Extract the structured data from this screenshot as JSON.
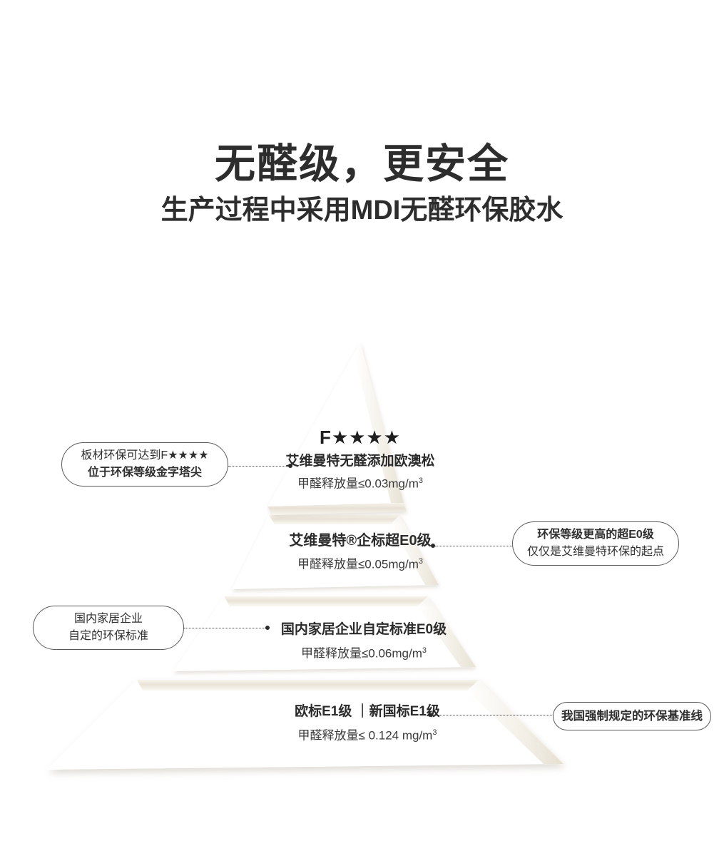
{
  "header": {
    "title_main": "无醛级，更安全",
    "title_sub": "生产过程中采用MDI无醛环保胶水"
  },
  "colors": {
    "text_dark": "#2d2d2d",
    "text_body": "#3a3a3a",
    "bubble_border": "#5a5a5a",
    "tier_face": "#ffffff",
    "tier_band": "#ece7dc",
    "shadow": "#cfc7b8"
  },
  "pyramid": {
    "tiers": [
      {
        "id": "tier-1",
        "badge": "F★★★★",
        "name": "艾维曼特无醛添加欧澳松",
        "value_prefix": "甲醛释放量≤0.03mg/m",
        "value_sup": "3"
      },
      {
        "id": "tier-2",
        "badge": "",
        "name": "艾维曼特®企标超E0级",
        "value_prefix": "甲醛释放量≤0.05mg/m",
        "value_sup": "3"
      },
      {
        "id": "tier-3",
        "badge": "",
        "name": "国内家居企业自定标准E0级",
        "value_prefix": "甲醛释放量≤0.06mg/m",
        "value_sup": "3"
      },
      {
        "id": "tier-4",
        "badge": "",
        "name": "欧标E1级 ｜新国标E1级",
        "value_prefix": "甲醛释放量≤ 0.124 mg/m",
        "value_sup": "3"
      }
    ]
  },
  "callouts": [
    {
      "id": "callout-top-left",
      "side": "left",
      "line1": "板材环保可达到F★★★★",
      "line1_bold": false,
      "line2": "位于环保等级金字塔尖",
      "line2_bold": true
    },
    {
      "id": "callout-tier2-right",
      "side": "right",
      "line1": "环保等级更高的超E0级",
      "line1_bold": true,
      "line2": "仅仅是艾维曼特环保的起点",
      "line2_bold": false
    },
    {
      "id": "callout-tier3-left",
      "side": "left",
      "line1": "国内家居企业",
      "line1_bold": false,
      "line2": "自定的环保标准",
      "line2_bold": false
    },
    {
      "id": "callout-tier4-right",
      "side": "right",
      "line1": "我国强制规定的环保基准线",
      "line1_bold": true,
      "line2": "",
      "line2_bold": false
    }
  ]
}
